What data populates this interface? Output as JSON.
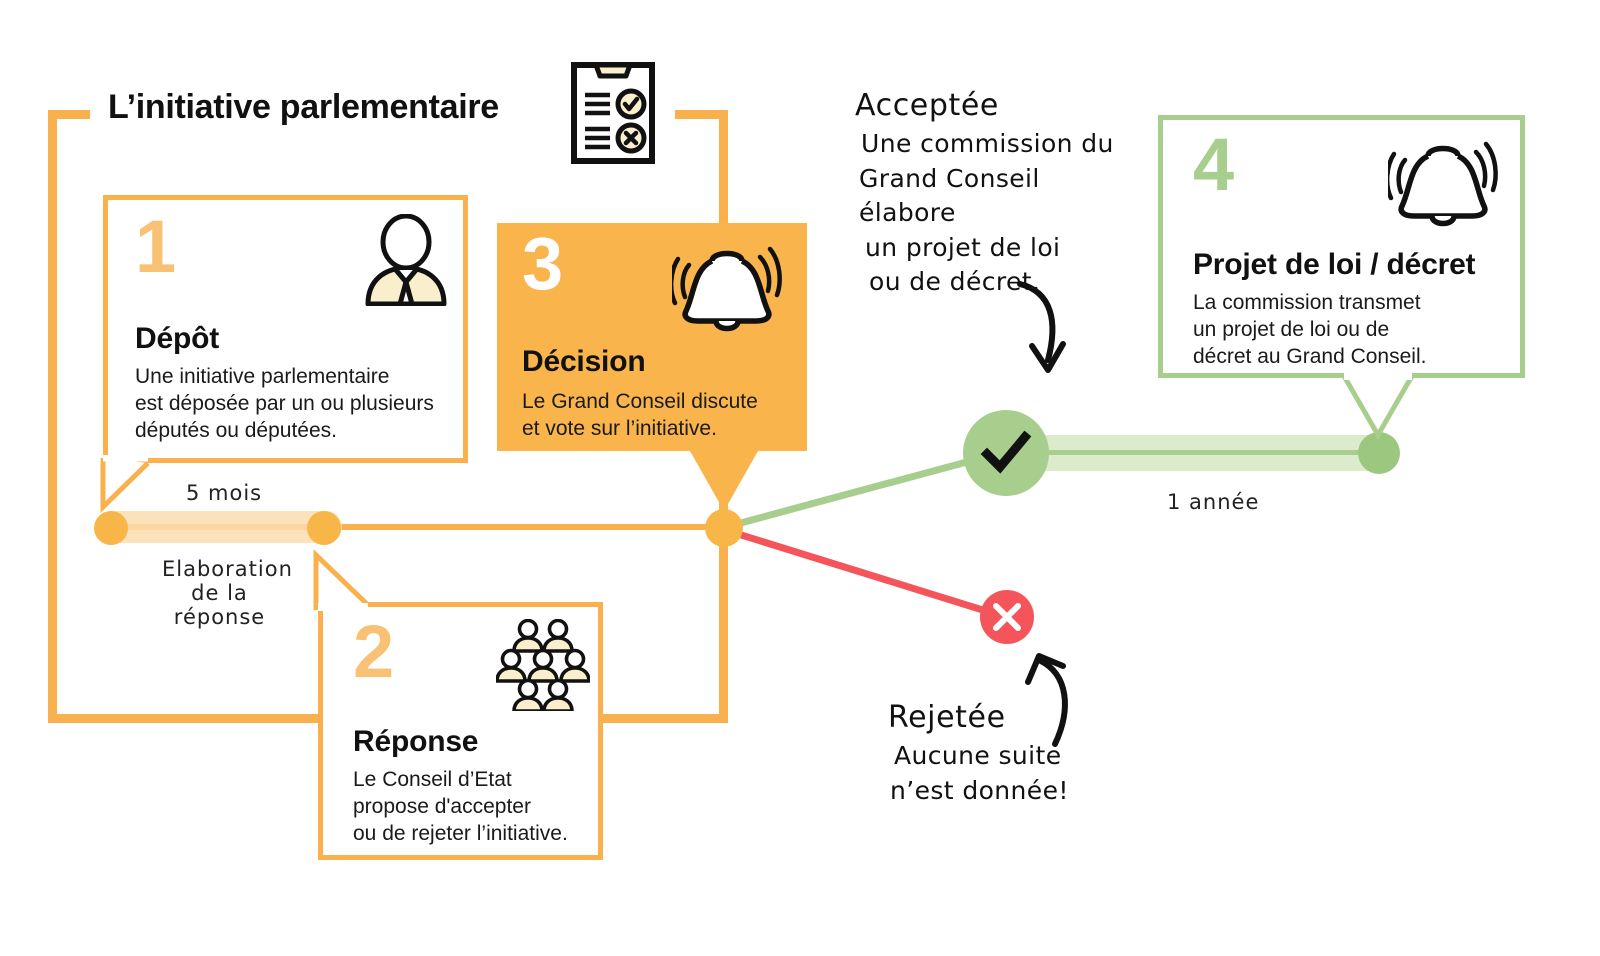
{
  "title": "L’initiative parlementaire",
  "colors": {
    "orange": "#F8B14C",
    "orange_solid": "#F9B44C",
    "orange_light": "#FBD9A4",
    "orange_number": "#F9C173",
    "green": "#A8CE8E",
    "green_light": "#D6E8C6",
    "red": "#F4555B",
    "cream": "#FAEFCD",
    "ink": "#111111"
  },
  "icons": {
    "header": "clipboard-checklist-icon",
    "step1": "person-deputy-icon",
    "step2": "group-of-people-icon",
    "step3": "ringing-bell-icon",
    "step4": "ringing-bell-icon",
    "accepted": "check-mark-icon",
    "rejected": "cross-mark-icon"
  },
  "steps": [
    {
      "number": "1",
      "title": "Dépôt",
      "body": "Une initiative parlementaire\nest déposée par un ou plusieurs\ndéputés ou députées.",
      "lines": [
        "Une initiative parlementaire",
        "est déposée par un ou plusieurs",
        "députés ou députées."
      ]
    },
    {
      "number": "2",
      "title": "Réponse",
      "body": "Le Conseil d’Etat\npropose d'accepter\nou de rejeter l’initiative.",
      "lines": [
        "Le Conseil d’Etat",
        "propose d'accepter",
        "ou de rejeter l’initiative."
      ]
    },
    {
      "number": "3",
      "title": "Décision",
      "body": "Le Grand Conseil discute\net vote sur l’initiative.",
      "lines": [
        "Le Grand Conseil discute",
        "et vote sur l’initiative."
      ]
    },
    {
      "number": "4",
      "title": "Projet de loi / décret",
      "body": "La commission transmet\nun projet de loi ou de\ndécret au Grand Conseil.",
      "lines": [
        "La commission transmet",
        "un projet de loi ou de",
        "décret au Grand Conseil."
      ]
    }
  ],
  "timeline": {
    "left": {
      "duration": "5 mois",
      "caption_lines": [
        "Elaboration",
        "de la réponse"
      ]
    },
    "right": {
      "duration": "1 année"
    }
  },
  "branches": {
    "accepted": {
      "heading": "Acceptée",
      "lines": [
        "Une commission du",
        "Grand Conseil élabore",
        "un projet de loi",
        "ou de décret."
      ]
    },
    "rejected": {
      "heading": "Rejetée",
      "lines": [
        "Aucune suite",
        "n’est donnée!"
      ]
    }
  }
}
